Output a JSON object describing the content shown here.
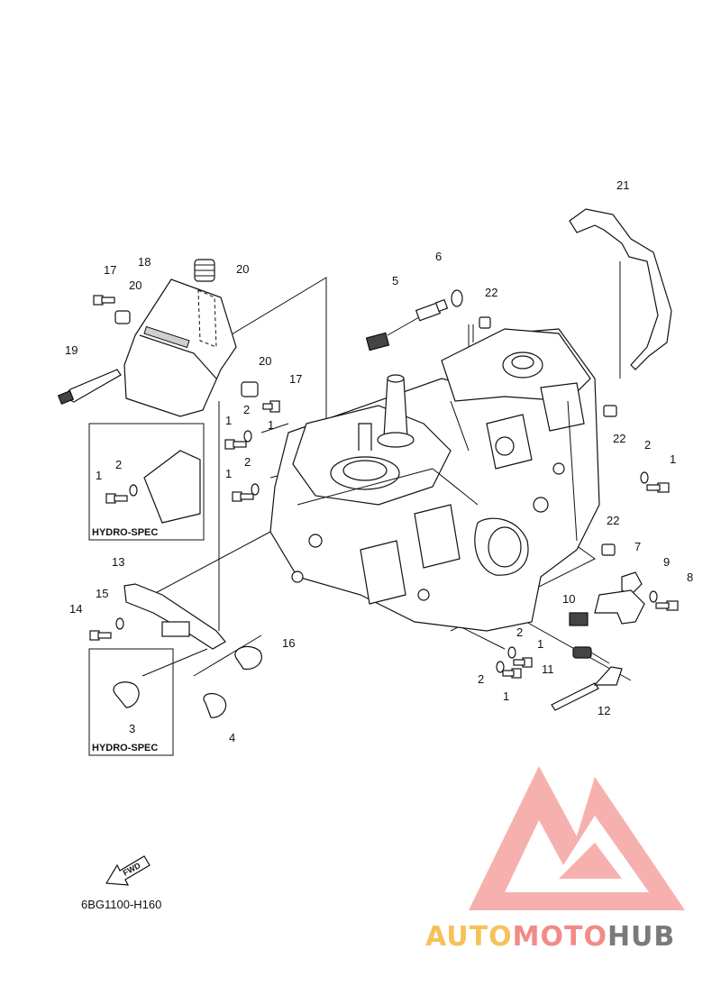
{
  "diagram": {
    "code": "6BG1100-H160",
    "fwd_label": "FWD",
    "callouts": [
      {
        "id": "c21a",
        "label": "21"
      },
      {
        "id": "c6",
        "label": "6"
      },
      {
        "id": "c5",
        "label": "5"
      },
      {
        "id": "c22a",
        "label": "22"
      },
      {
        "id": "c17a",
        "label": "17"
      },
      {
        "id": "c18",
        "label": "18"
      },
      {
        "id": "c20a",
        "label": "20"
      },
      {
        "id": "c20b",
        "label": "20"
      },
      {
        "id": "c19",
        "label": "19"
      },
      {
        "id": "c20c",
        "label": "20"
      },
      {
        "id": "c17b",
        "label": "17"
      },
      {
        "id": "c1a",
        "label": "1"
      },
      {
        "id": "c2a",
        "label": "2"
      },
      {
        "id": "c1b",
        "label": "1"
      },
      {
        "id": "c2b",
        "label": "2"
      },
      {
        "id": "c1c",
        "label": "1"
      },
      {
        "id": "c22b",
        "label": "22"
      },
      {
        "id": "c2c",
        "label": "2"
      },
      {
        "id": "c1d",
        "label": "1"
      },
      {
        "id": "c22c",
        "label": "22"
      },
      {
        "id": "c7",
        "label": "7"
      },
      {
        "id": "c9",
        "label": "9"
      },
      {
        "id": "c8",
        "label": "8"
      },
      {
        "id": "c10",
        "label": "10"
      },
      {
        "id": "c13",
        "label": "13"
      },
      {
        "id": "c15",
        "label": "15"
      },
      {
        "id": "c14",
        "label": "14"
      },
      {
        "id": "c16",
        "label": "16"
      },
      {
        "id": "c2d",
        "label": "2"
      },
      {
        "id": "c1e",
        "label": "1"
      },
      {
        "id": "c11",
        "label": "11"
      },
      {
        "id": "c2e",
        "label": "2"
      },
      {
        "id": "c1f",
        "label": "1"
      },
      {
        "id": "c12",
        "label": "12"
      },
      {
        "id": "c3",
        "label": "3"
      },
      {
        "id": "c4",
        "label": "4"
      },
      {
        "id": "c1g",
        "label": "1"
      },
      {
        "id": "c2f",
        "label": "2"
      }
    ],
    "insets": [
      {
        "id": "inset-top",
        "label": "HYDRO-SPEC"
      },
      {
        "id": "inset-bottom",
        "label": "HYDRO-SPEC"
      }
    ]
  },
  "watermark": {
    "part1": "AUTO",
    "part2": "MOTO",
    "part3": "HUB",
    "colors": {
      "part1": "#f6c15a",
      "part2": "#f28b87",
      "part3": "#7a7a7a",
      "logo": "#f28b87"
    }
  }
}
